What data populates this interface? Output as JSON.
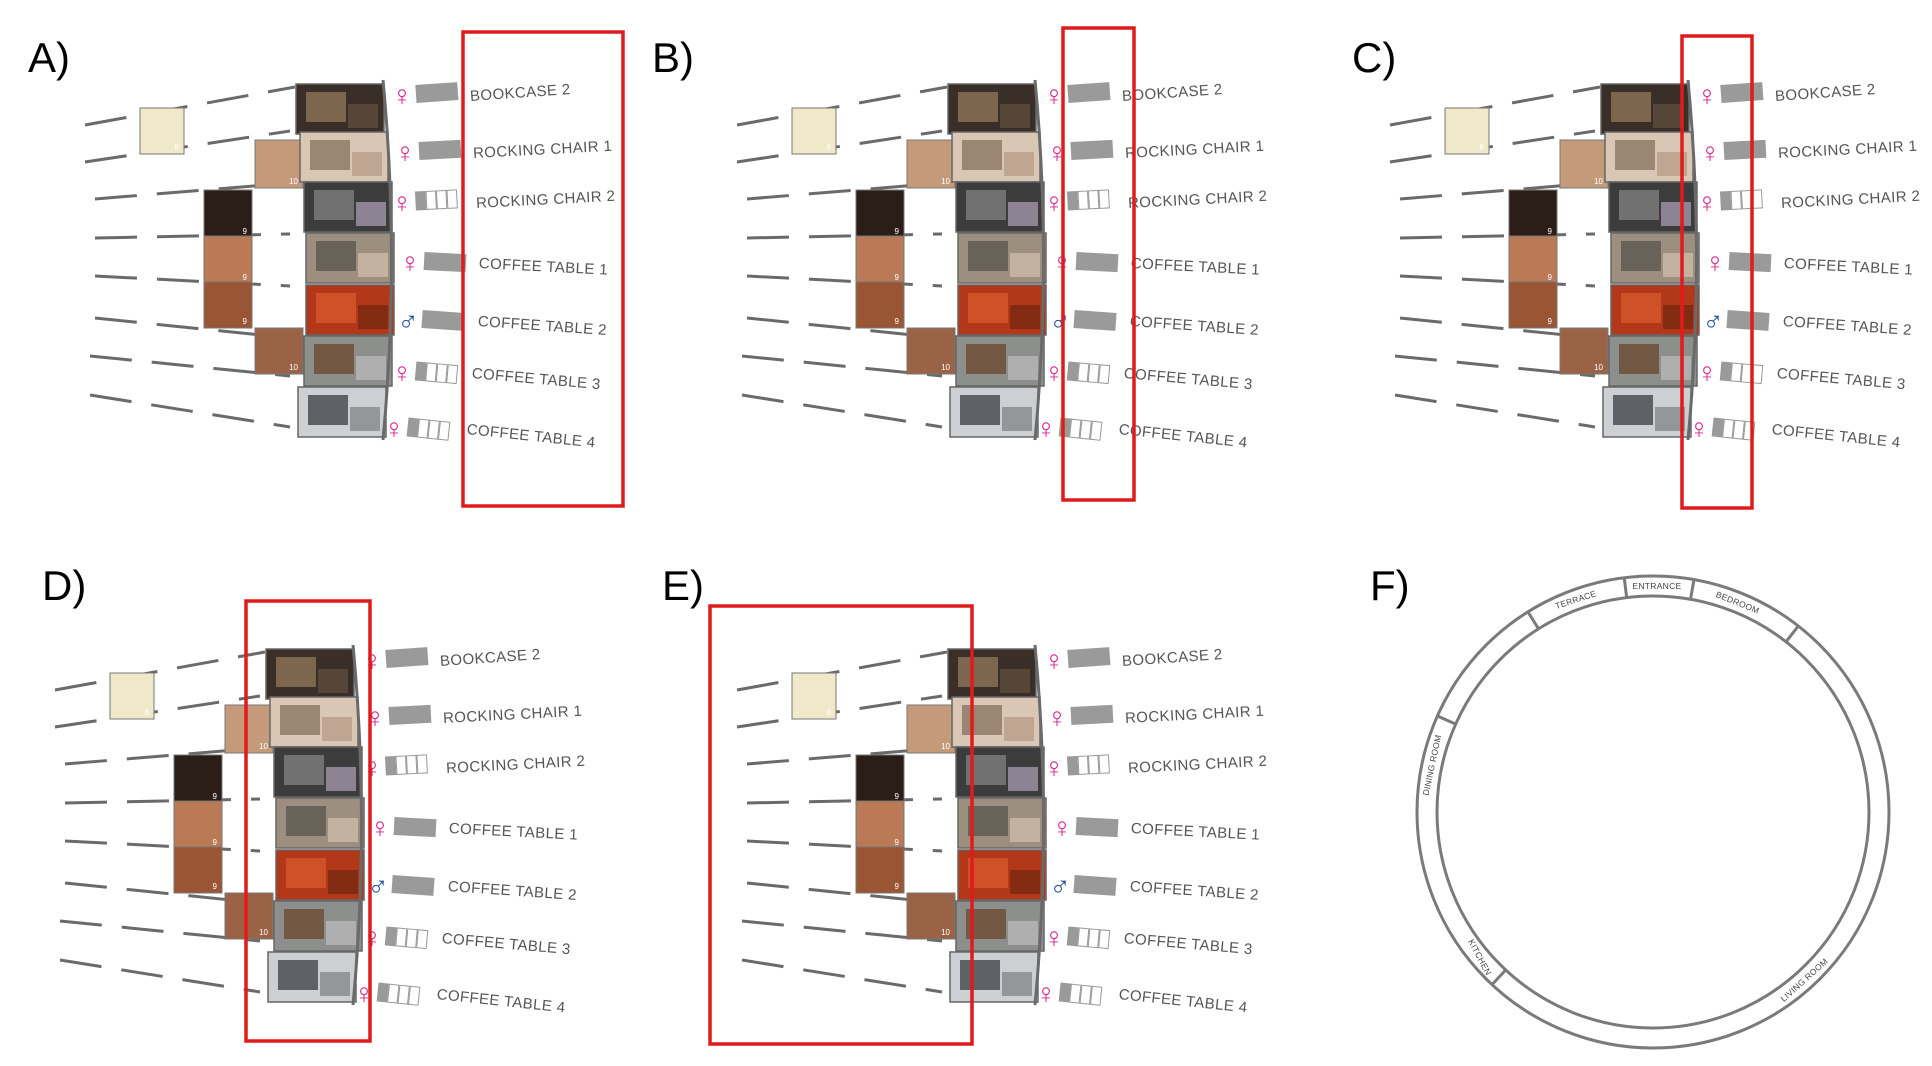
{
  "panels": [
    {
      "label": "A)",
      "highlight": "labels"
    },
    {
      "label": "B)",
      "highlight": "icons"
    },
    {
      "label": "C)",
      "highlight": "icons"
    },
    {
      "label": "D)",
      "highlight": "photos"
    },
    {
      "label": "E)",
      "highlight": "swatches"
    },
    {
      "label": "F)",
      "highlight": "none"
    }
  ],
  "items": [
    {
      "label": "BOOKCASE 2",
      "gender": "female",
      "bar": "filled"
    },
    {
      "label": "ROCKING CHAIR 1",
      "gender": "female",
      "bar": "filled"
    },
    {
      "label": "ROCKING CHAIR 2",
      "gender": "female",
      "bar": "empty"
    },
    {
      "label": "COFFEE TABLE 1",
      "gender": "female",
      "bar": "filled"
    },
    {
      "label": "COFFEE TABLE 2",
      "gender": "male",
      "bar": "filled"
    },
    {
      "label": "COFFEE TABLE 3",
      "gender": "female",
      "bar": "empty"
    },
    {
      "label": "COFFEE TABLE 4",
      "gender": "female",
      "bar": "empty"
    }
  ],
  "swatches": [
    {
      "number": "8",
      "color": "#efe8c9"
    },
    {
      "number": "10",
      "color": "#c49a7b"
    },
    {
      "number": "9",
      "color": "#2b1d17"
    },
    {
      "number": "9",
      "color": "#b97a55"
    },
    {
      "number": "9",
      "color": "#9a5535"
    },
    {
      "number": "10",
      "color": "#9b6346"
    }
  ],
  "rooms": [
    "TERRACE",
    "ENTRANCE",
    "BEDROOM",
    "DINING ROOM",
    "KITCHEN",
    "LIVING ROOM"
  ],
  "colors": {
    "female": "#d6288c",
    "male": "#1f4fa0",
    "highlight": "#e01b1b",
    "line": "#6a6a6a",
    "bar": "#9a9a9a"
  }
}
